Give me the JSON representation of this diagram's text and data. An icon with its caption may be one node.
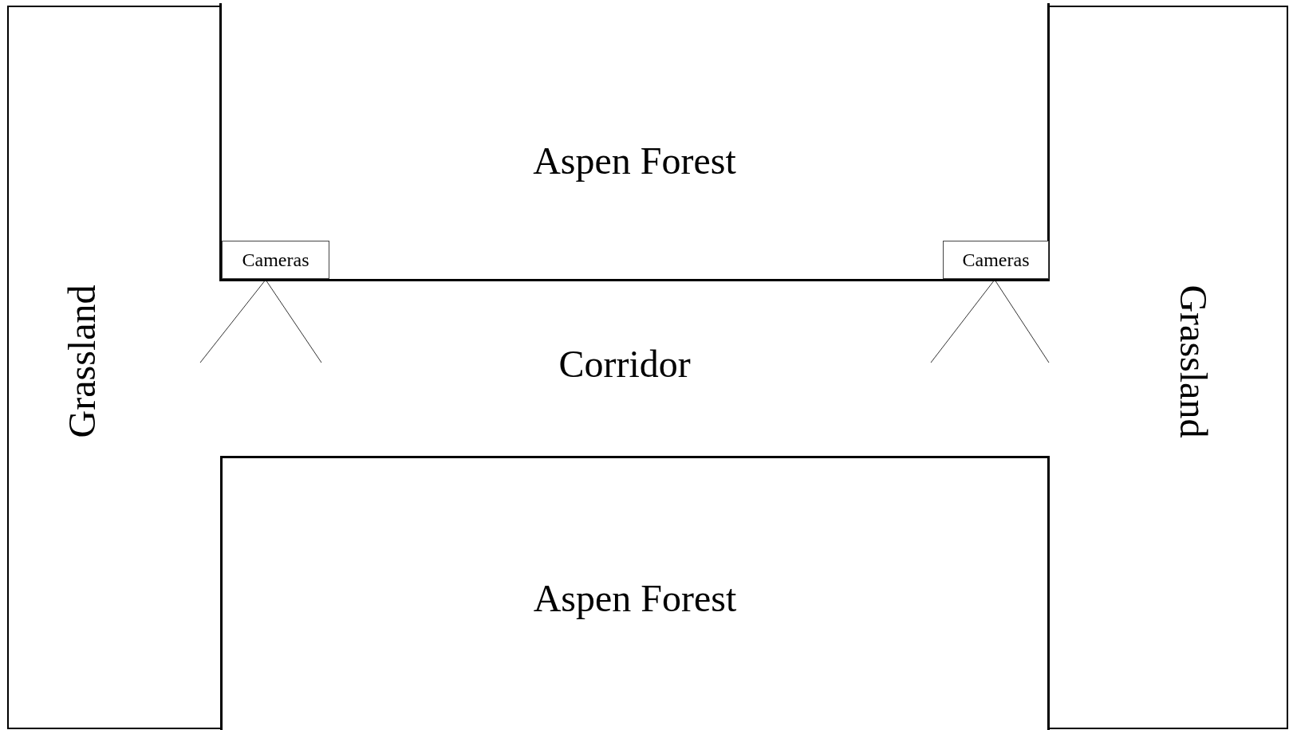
{
  "diagram": {
    "nodes": [
      {
        "text": [
          "Aspen Forest"
        ]
      },
      {
        "text": [
          "Cameras"
        ],
        "in": 0
      },
      {
        "text": [
          "Cameras"
        ],
        "in": 0
      },
      {
        "text": [
          "Aspen Forest"
        ]
      }
    ],
    "labels": [
      "Grassland",
      "Corridor",
      "Grassland"
    ]
  }
}
